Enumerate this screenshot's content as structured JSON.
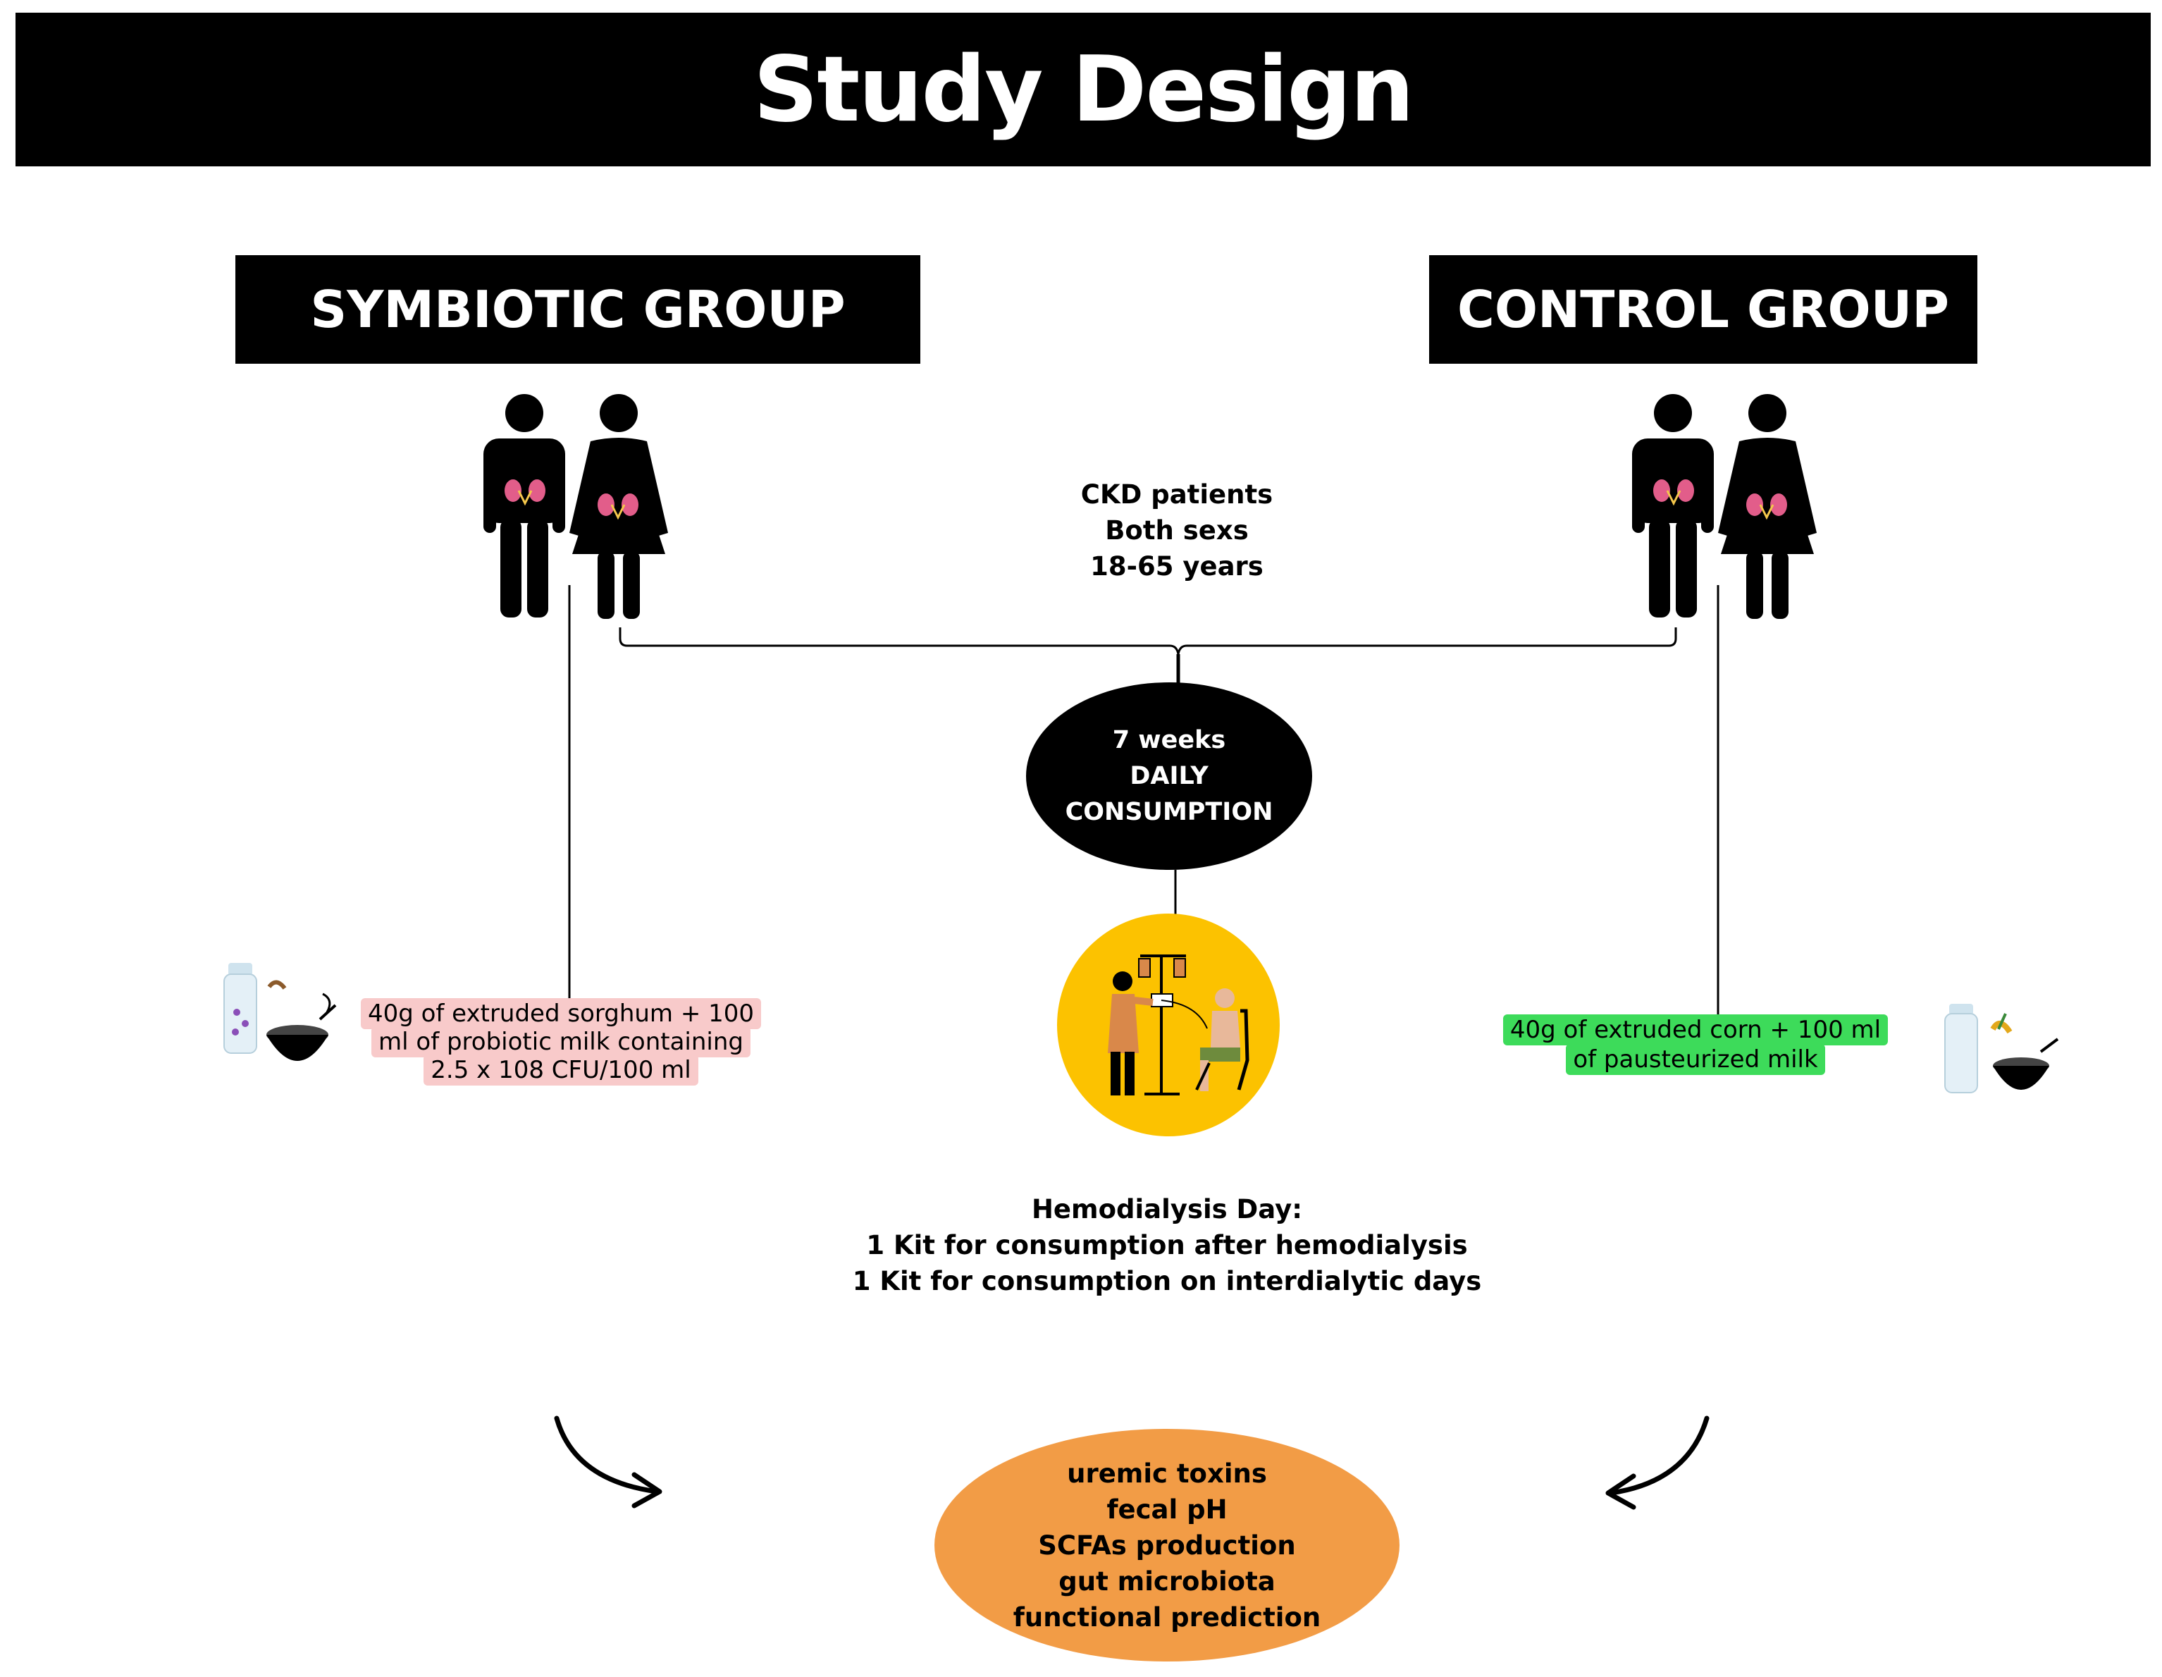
{
  "title": "Study Design",
  "groups": {
    "symbiotic": "SYMBIOTIC GROUP",
    "control": "CONTROL GROUP"
  },
  "participants": {
    "line1": "CKD patients",
    "line2": "Both sexs",
    "line3": "18-65 years"
  },
  "intervention": {
    "line1": "7 weeks",
    "line2": "DAILY",
    "line3": "CONSUMPTION"
  },
  "symbiotic_kit": "40g of extruded sorghum + 100 ml of probiotic milk  containing 2.5 x 108 CFU/100 ml",
  "control_kit": "40g of extruded corn + 100 ml of pausteurized milk",
  "hemodialysis": {
    "line1": "Hemodialysis Day:",
    "line2": "1 Kit for consumption after hemodialysis",
    "line3": "1 Kit for consumption on interdialytic days"
  },
  "outcomes": [
    "uremic toxins",
    "fecal pH",
    "SCFAs production",
    "gut microbiota",
    "functional prediction"
  ],
  "colors": {
    "outcome_fill": "#f29c46",
    "symbiotic_tag": "#f8caca",
    "control_tag": "#3ddb5a",
    "hemodialysis_circle": "#fcc200",
    "kidney": "#e25d8a"
  },
  "icons": [
    "man-icon",
    "woman-icon",
    "kidney-icon",
    "milk-bottle-icon",
    "cereal-bowl-icon",
    "hemodialysis-illustration"
  ]
}
